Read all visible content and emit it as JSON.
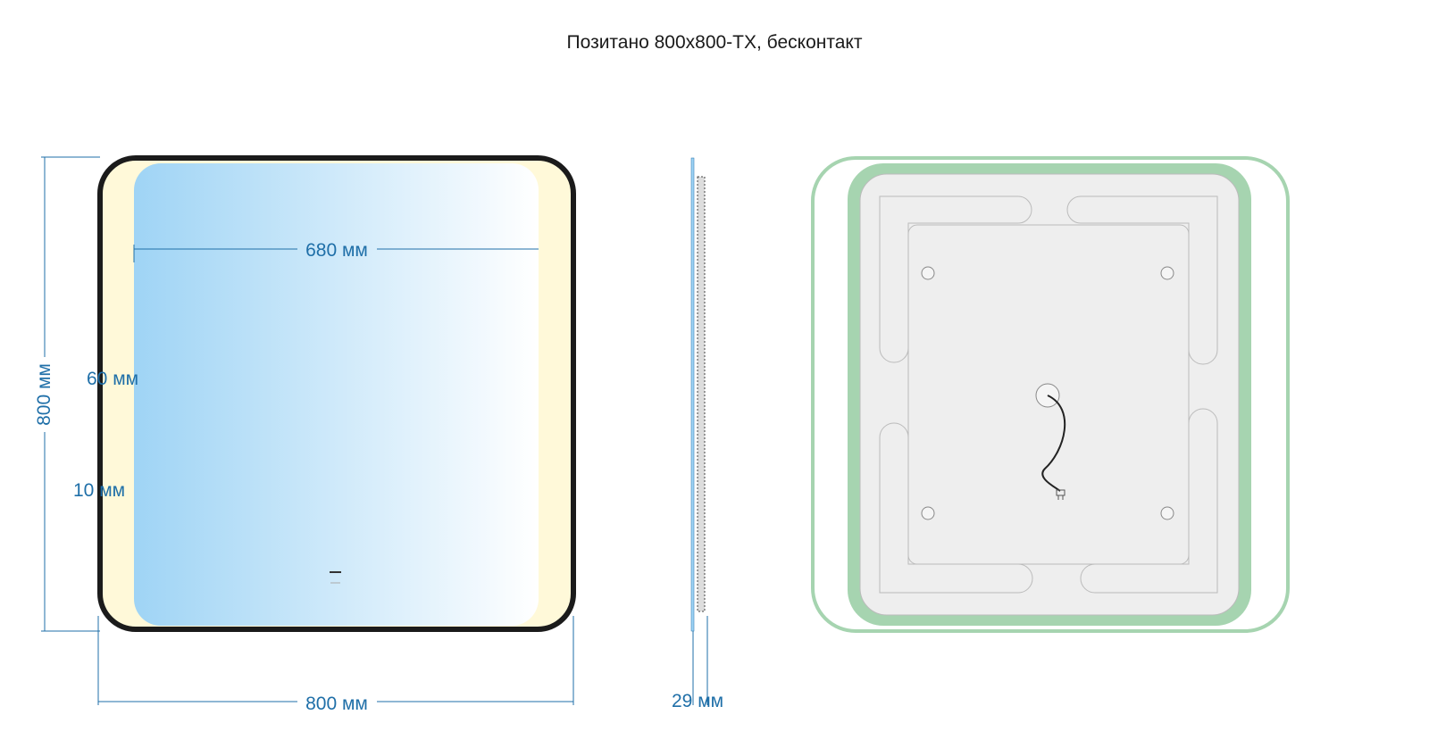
{
  "title": "Позитано 800х800-ТХ, бесконтакт",
  "dimensions": {
    "top_width": "680 мм",
    "height": "800 мм",
    "bottom_width": "800 мм",
    "border": "60 мм",
    "edge": "10 мм",
    "depth": "29 мм"
  },
  "colors": {
    "frame": "#1b1b1b",
    "led_glow": "#fff9d9",
    "mirror_start": "#9fd4f5",
    "mirror_end": "#ffffff",
    "dimension": "#1f6fa8",
    "back_frame": "#a6d4b0",
    "back_panel": "#eeeeee"
  },
  "icons": {
    "sensor": "touch-sensor-icon",
    "plug": "power-plug-icon"
  }
}
